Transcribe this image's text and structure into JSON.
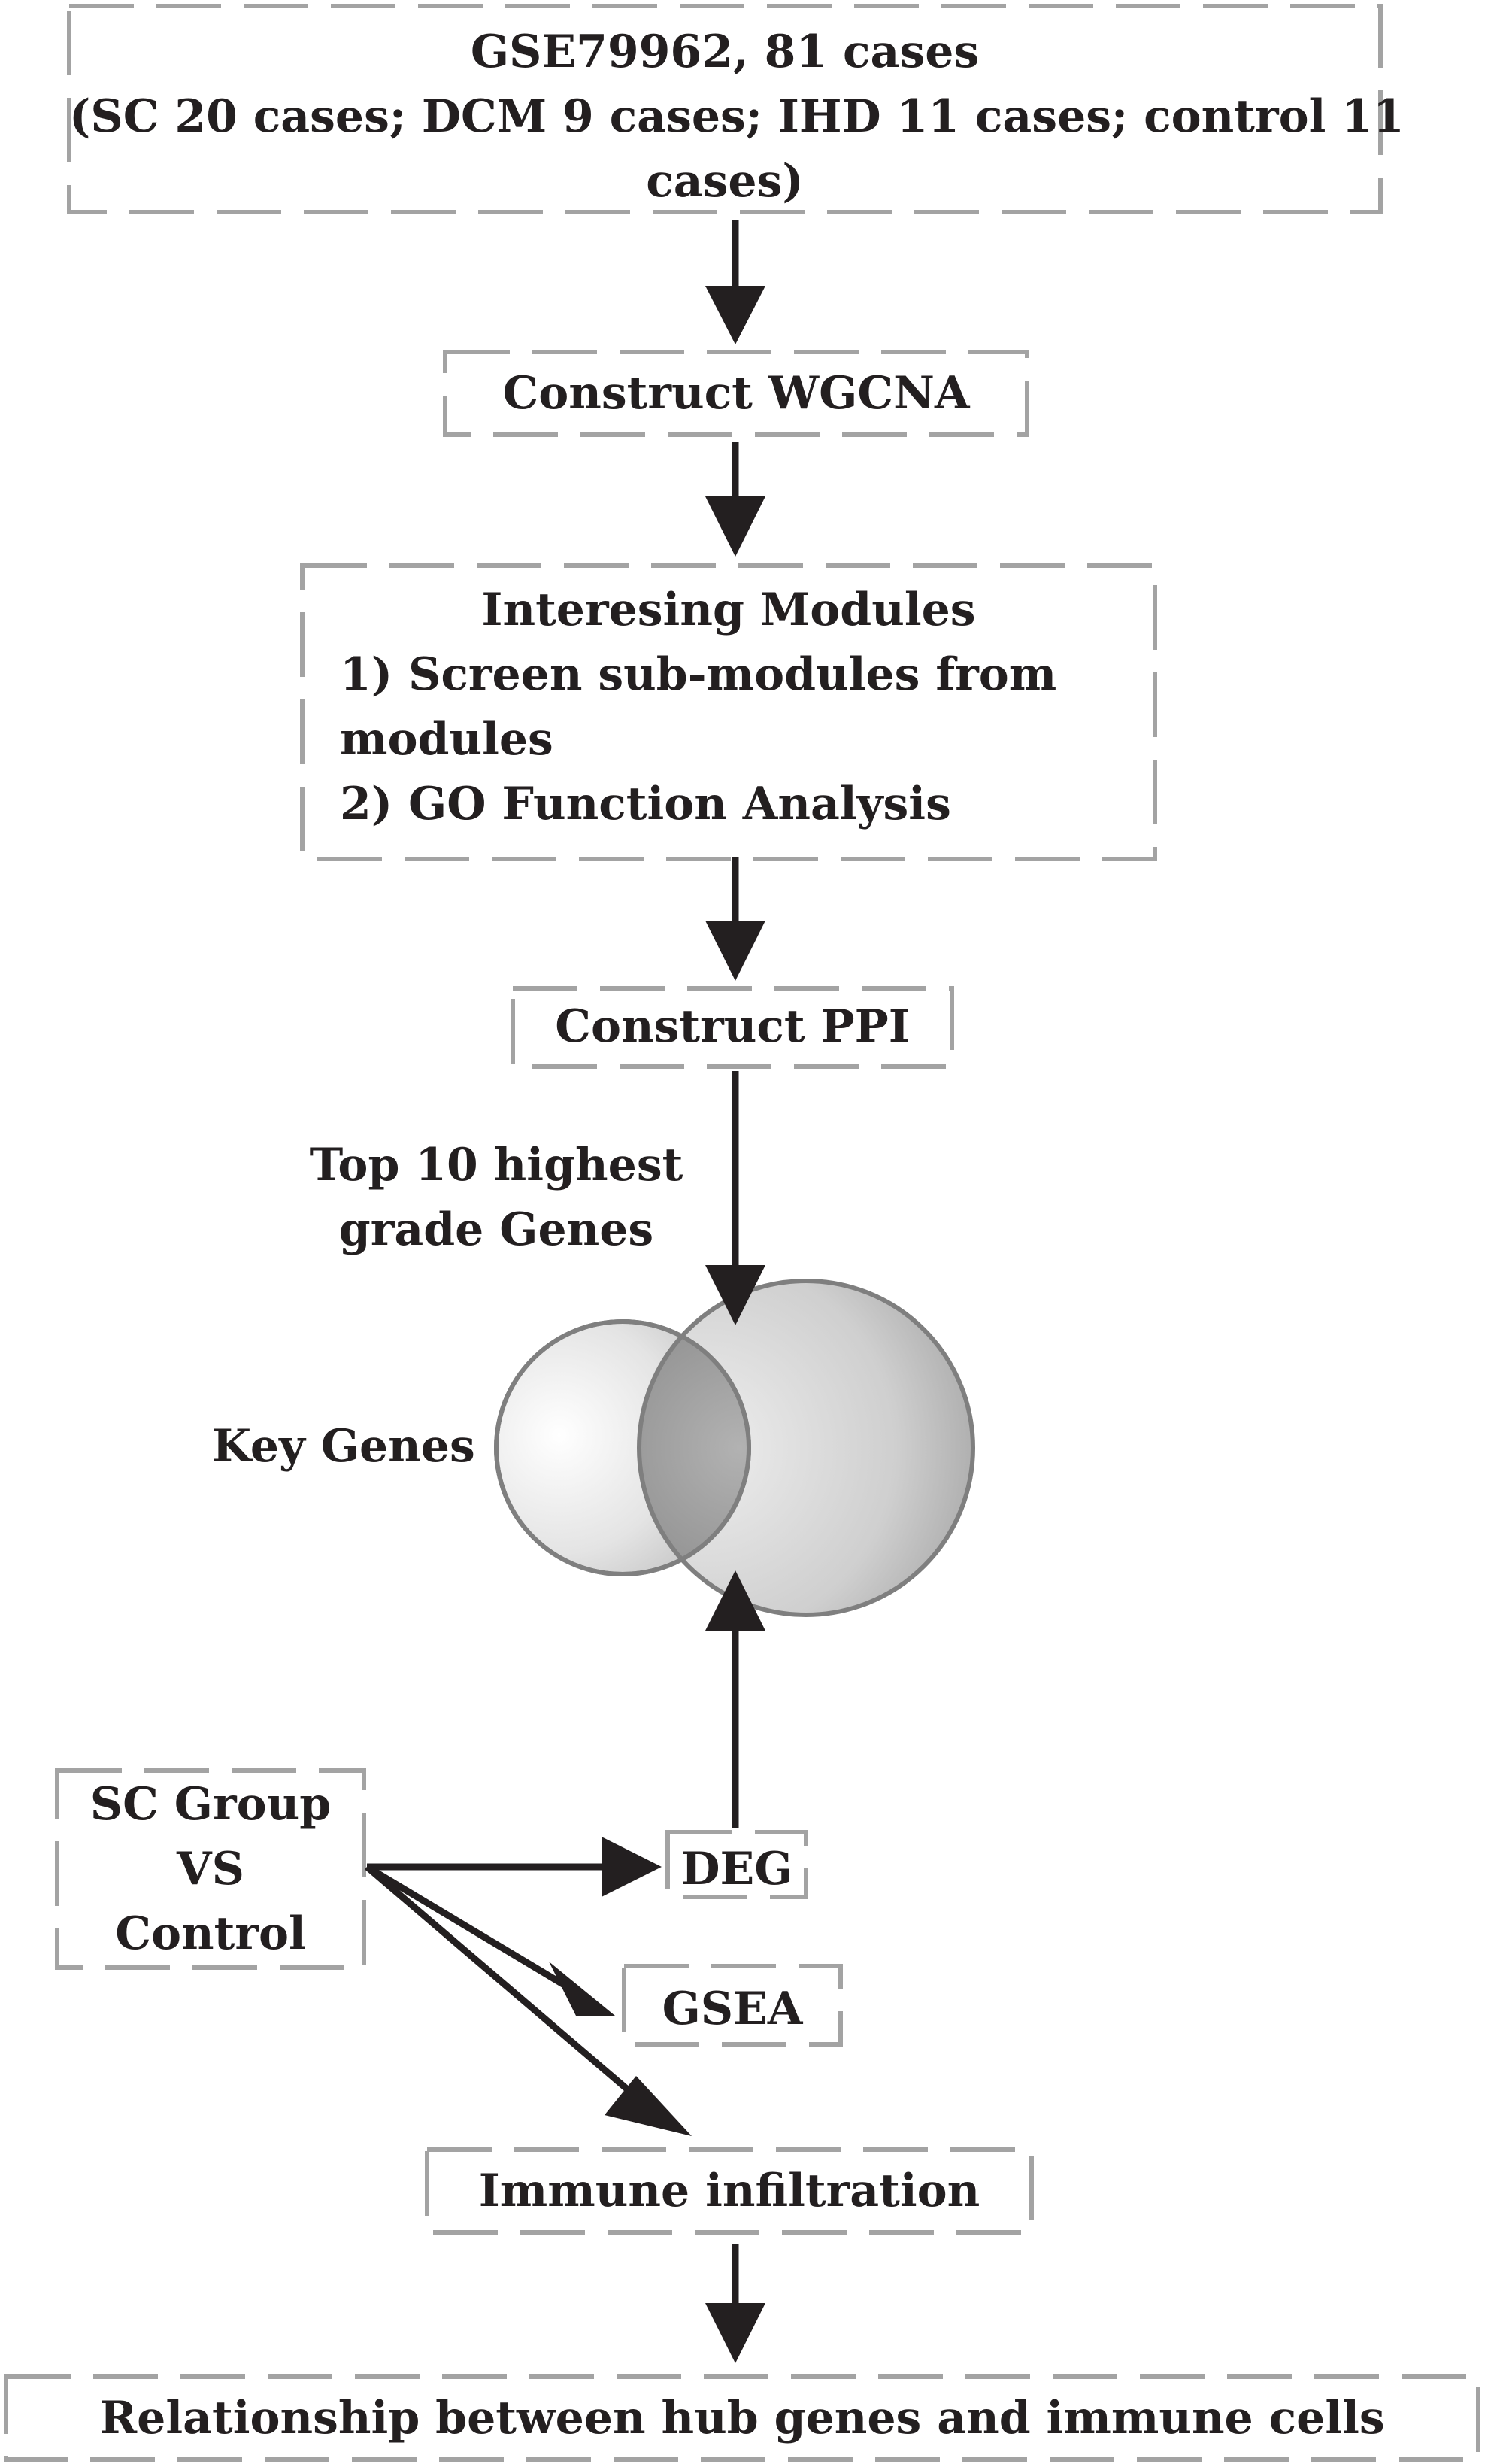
{
  "colors": {
    "ink": "#231f20",
    "dash": "#a3a3a3",
    "circle_stroke": "#7f7f7f"
  },
  "nodes": {
    "dataset": {
      "line1": "GSE79962, 81 cases",
      "line2": "(SC 20 cases; DCM 9 cases; IHD 11 cases; control 11",
      "line3": "cases)"
    },
    "wgcna": "Construct WGCNA",
    "modules": {
      "title": "Interesing Modules",
      "item1_a": "1) Screen sub-modules from",
      "item1_b": "modules",
      "item2": "2) GO Function Analysis"
    },
    "ppi": "Construct PPI",
    "top10": {
      "line1": "Top 10 highest",
      "line2": "grade Genes"
    },
    "key_genes": "Key Genes",
    "comparison": {
      "line1": "SC Group",
      "line2": "VS",
      "line3": "Control"
    },
    "deg": "DEG",
    "gsea": "GSEA",
    "immune": "Immune infiltration",
    "relationship": "Relationship between hub genes and immune cells"
  }
}
